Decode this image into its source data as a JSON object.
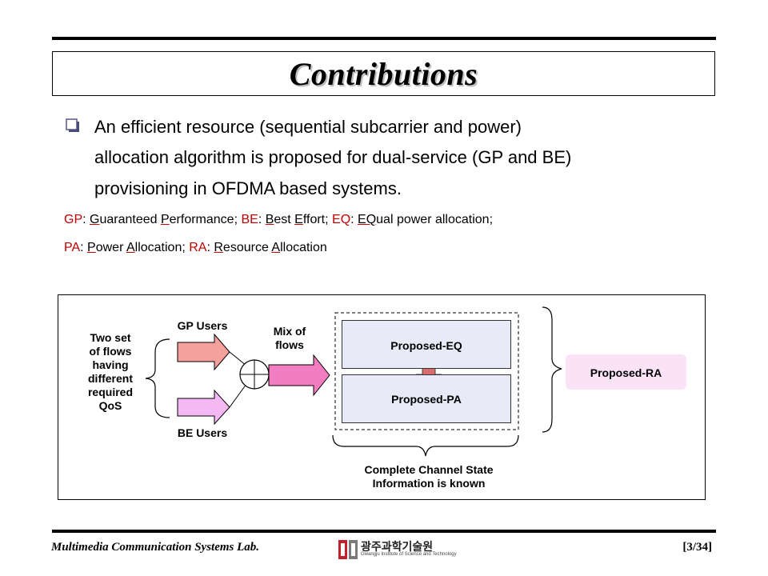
{
  "title": "Contributions",
  "bullet": {
    "line1": "An efficient resource (sequential subcarrier and power)",
    "line2": "allocation algorithm is proposed for dual-service (GP and BE)",
    "line3": "provisioning in OFDMA based systems."
  },
  "glossary": {
    "row1": [
      {
        "abbr": "GP",
        "sep": ": ",
        "initial": "G",
        "rest": "uaranteed ",
        "initial2": "P",
        "rest2": "erformance",
        "end": "; "
      },
      {
        "abbr": "BE",
        "sep": ": ",
        "initial": "B",
        "rest": "est ",
        "initial2": "E",
        "rest2": "ffort",
        "end": "; "
      },
      {
        "abbr": "EQ",
        "sep": ": ",
        "initial": "EQ",
        "rest": "ual power allocation",
        "end": ";"
      }
    ],
    "row2": [
      {
        "abbr": "PA",
        "sep": ": ",
        "initial": "P",
        "rest": "ower ",
        "initial2": "A",
        "rest2": "llocation",
        "end": "; "
      },
      {
        "abbr": "RA",
        "sep": ": ",
        "initial": "R",
        "rest": "esource ",
        "initial2": "A",
        "rest2": "llocation",
        "end": ""
      }
    ]
  },
  "diagram": {
    "flows_label": [
      "Two set",
      "of flows",
      "having",
      "different",
      "required",
      "QoS"
    ],
    "gp_users": "GP Users",
    "be_users": "BE Users",
    "mix_label": [
      "Mix of",
      "flows"
    ],
    "proposed_eq": "Proposed-EQ",
    "proposed_pa": "Proposed-PA",
    "proposed_ra": "Proposed-RA",
    "csi_label": [
      "Complete Channel State",
      "Information is known"
    ]
  },
  "footer": {
    "lab": "Multimedia Communication Systems Lab.",
    "page": "[3/34]",
    "logo_korean": "광주과학기술원",
    "logo_english": "Gwangju Institute of Science and Technology"
  },
  "colors": {
    "accent_red": "#c00000",
    "gp_arrow": "#f4a09c",
    "be_arrow": "#f4b8f4",
    "mix_arrow": "#f27cc0",
    "proposed_fill": "#e8eaf8",
    "ra_fill": "#fae3f7",
    "down_arrow": "#d96c6c"
  }
}
